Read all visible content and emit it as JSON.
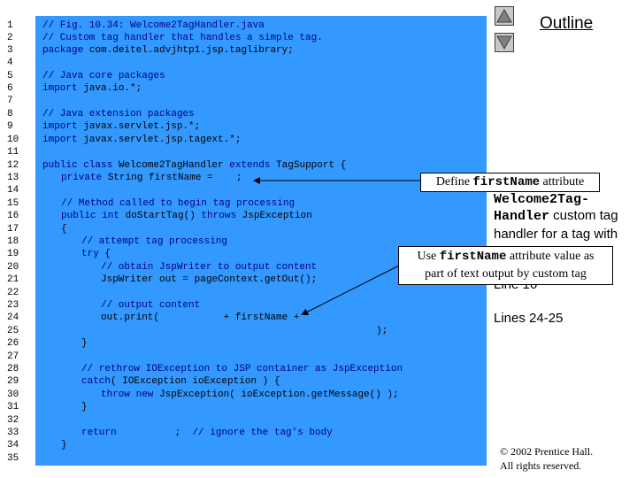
{
  "line_numbers": [
    "1",
    "2",
    "3",
    "4",
    "5",
    "6",
    "7",
    "8",
    "9",
    "10",
    "11",
    "12",
    "13",
    "14",
    "15",
    "16",
    "17",
    "18",
    "19",
    "20",
    "21",
    "22",
    "23",
    "24",
    "25",
    "26",
    "27",
    "28",
    "29",
    "30",
    "31",
    "32",
    "33",
    "34",
    "35"
  ],
  "code": {
    "l1": "// Fig. 10.34: Welcome2TagHandler.java",
    "l2": "// Custom tag handler that handles a simple tag.",
    "l3_kw": "package",
    "l3_rest": " com.deitel.advjhtp1.jsp.taglibrary;",
    "l5": "// Java core packages",
    "l6_kw": "import",
    "l6_rest": " java.io.*;",
    "l8": "// Java extension packages",
    "l9_kw": "import",
    "l9_rest": " javax.servlet.jsp.*;",
    "l10_kw": "import",
    "l10_rest": " javax.servlet.jsp.tagext.*;",
    "l12_kw1": "public class",
    "l12_mid": " Welcome2TagHandler ",
    "l12_kw2": "extends",
    "l12_rest": " TagSupport {",
    "l13_kw": "private",
    "l13_rest": " String firstName =    ;",
    "l15": "// Method called to begin tag processing",
    "l16_kw1": "public int",
    "l16_mid": " doStartTag() ",
    "l16_kw2": "throws",
    "l16_rest": " JspException",
    "l17": "{",
    "l18": "// attempt tag processing",
    "l19_kw": "try",
    "l19_rest": " {",
    "l20": "// obtain JspWriter to output content",
    "l21": "JspWriter out = pageContext.getOut();",
    "l23": "// output content",
    "l24": "out.print(           + firstName +",
    "l25": ");",
    "l26": "}",
    "l28": "// rethrow IOException to JSP container as JspException",
    "l29_kw": "catch",
    "l29_rest": "( IOException ioException ) {",
    "l30_kw1": "throw new",
    "l30_rest": " JspException( ioException.getMessage() );",
    "l31": "}",
    "l33_kw": "return",
    "l33_rest": "          ;  ",
    "l33_cmt": "// ignore the tag's body",
    "l34": "}"
  },
  "sidebar": {
    "outline_label": "Outline",
    "fig_line1": "Welcome2Tag-",
    "fig_line2_mono": "Handler",
    "fig_line2_rest": " custom tag",
    "fig_line3": "handler for a tag with",
    "line_ref_16": "Line 16",
    "line_ref_24": "Lines 24-25",
    "copyright_line1": "© 2002 Prentice Hall.",
    "copyright_line2": "All rights reserved."
  },
  "callouts": {
    "define_pre": "Define ",
    "define_mono": "firstName",
    "define_post": " attribute",
    "use_pre": "Use ",
    "use_mono": "firstName",
    "use_post": " attribute value as",
    "use_line2": "part of text output by custom tag"
  },
  "colors": {
    "code_background": "#3399ff",
    "comment_text": "#000080",
    "keyword_text": "#000080"
  }
}
